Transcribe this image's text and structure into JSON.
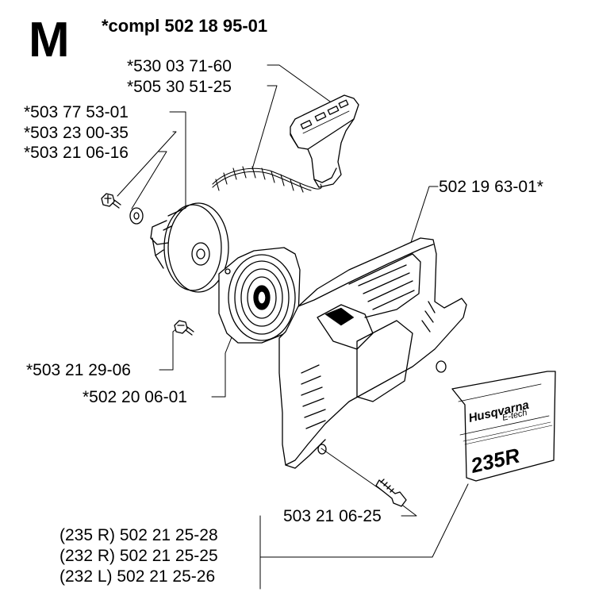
{
  "section_letter": "M",
  "title": "*compl 502 18 95-01",
  "labels": {
    "handle_a": "*530 03 71-60",
    "rope": "*505 30 51-25",
    "pulley": "*503 77 53-01",
    "screw_center": "*503 23 00-35",
    "washer": "*503 21 06-16",
    "screw_small": "*503 21 29-06",
    "spring_cassette": "*502 20 06-01",
    "housing": "502 19 63-01*",
    "housing_screw": "503 21 06-25",
    "decal_235r": "(235 R) 502 21 25-28",
    "decal_232r": "(232 R) 502 21 25-25",
    "decal_232l": "(232 L) 502 21 25-26"
  },
  "decal": {
    "brand": "Husqvarna",
    "sub": "E-tech",
    "model": "235R"
  }
}
